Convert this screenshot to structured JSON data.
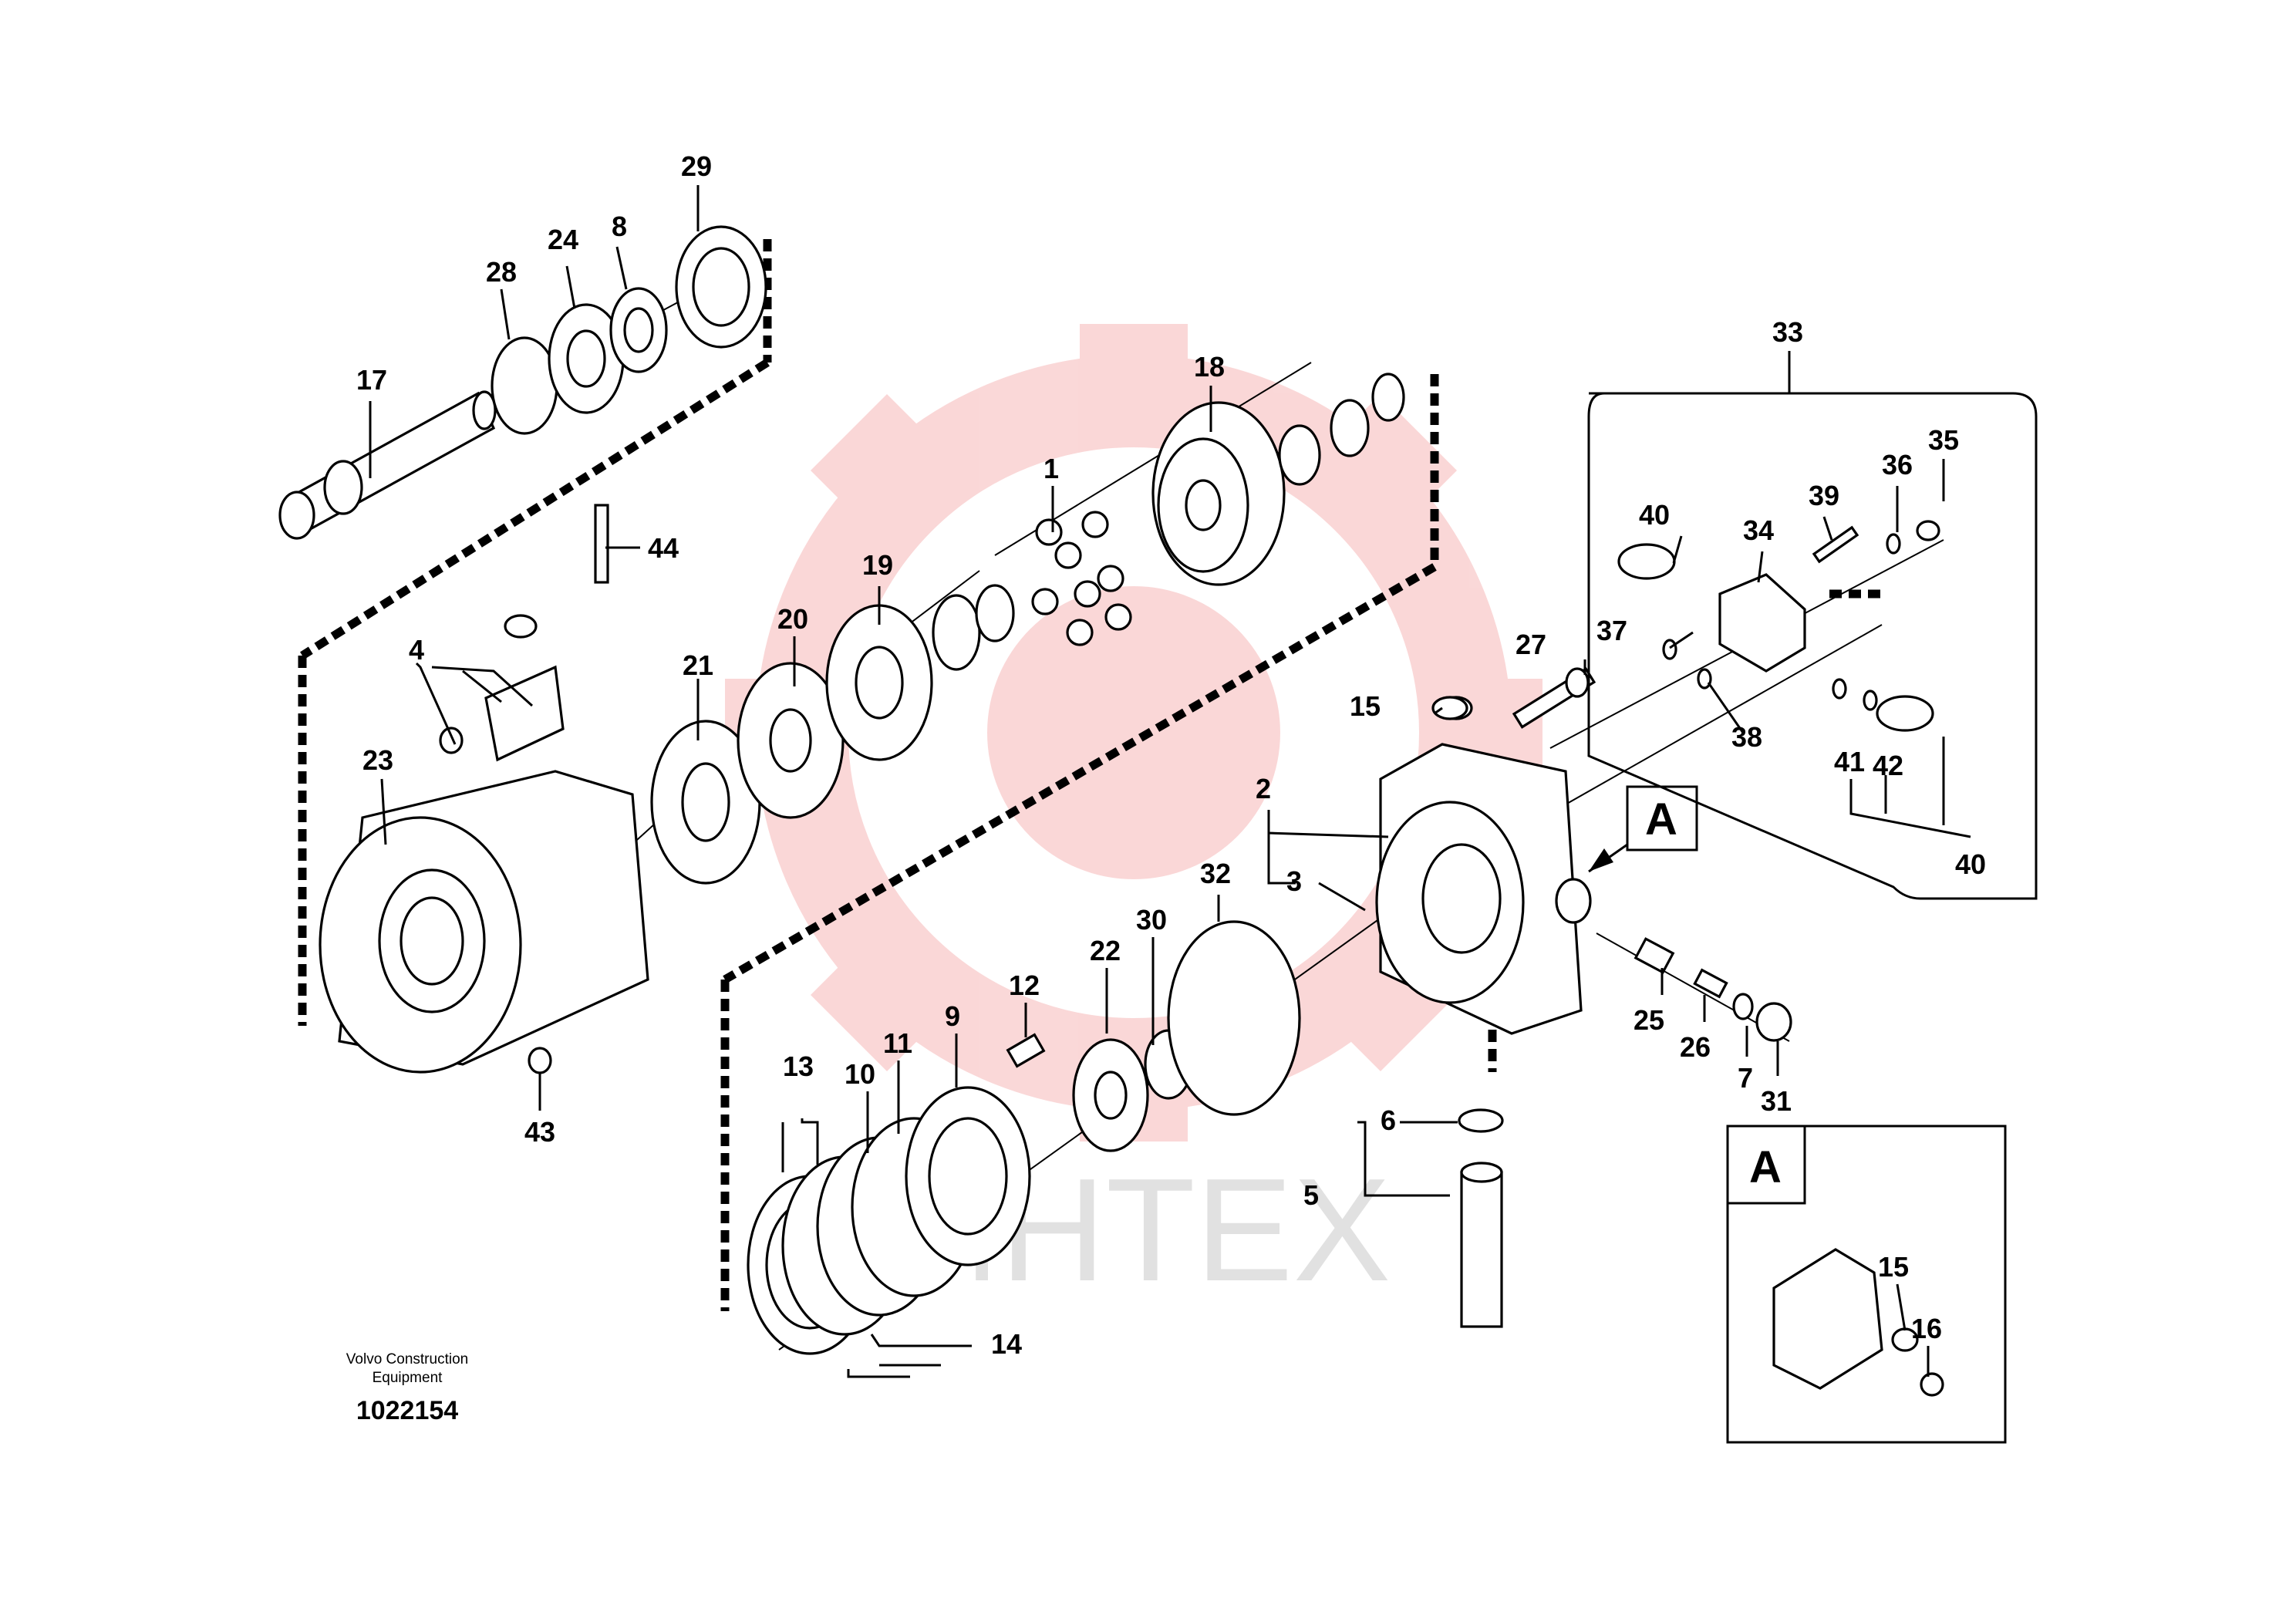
{
  "manufacturer": {
    "line1": "Volvo Construction",
    "line2": "Equipment"
  },
  "drawing_number": "1022154",
  "watermark": {
    "text": "ИНТЕХ",
    "logo_color": "#f6b8b8"
  },
  "view_marker": "A",
  "callouts": {
    "n1": "1",
    "n2": "2",
    "n3": "3",
    "n4": "4",
    "n5": "5",
    "n6": "6",
    "n7": "7",
    "n8": "8",
    "n9": "9",
    "n10": "10",
    "n11": "11",
    "n12": "12",
    "n13": "13",
    "n14": "14",
    "n15": "15",
    "n15b": "15",
    "n16": "16",
    "n17": "17",
    "n18": "18",
    "n19": "19",
    "n20": "20",
    "n21": "21",
    "n22": "22",
    "n23": "23",
    "n24": "24",
    "n25": "25",
    "n26": "26",
    "n27": "27",
    "n28": "28",
    "n29": "29",
    "n30": "30",
    "n31": "31",
    "n32": "32",
    "n33": "33",
    "n34": "34",
    "n35": "35",
    "n36": "36",
    "n37": "37",
    "n38": "38",
    "n39": "39",
    "n40": "40",
    "n40b": "40",
    "n41": "41",
    "n42": "42",
    "n43": "43",
    "n44": "44"
  }
}
